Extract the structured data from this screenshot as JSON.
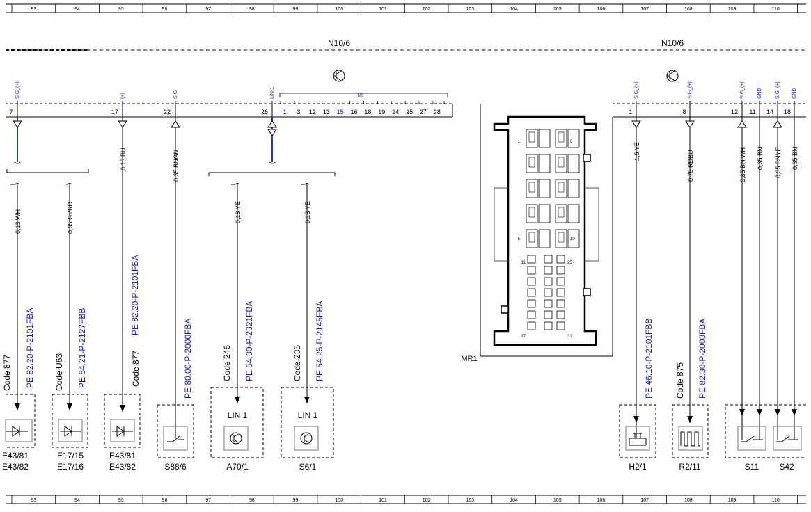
{
  "grid_columns": [
    "93",
    "94",
    "95",
    "96",
    "97",
    "98",
    "99",
    "100",
    "101",
    "102",
    "103",
    "104",
    "105",
    "106",
    "107",
    "108",
    "109",
    "110"
  ],
  "module_labels": [
    "N10/6",
    "N10/6"
  ],
  "left_pins": [
    {
      "num": "7",
      "sig": "SIG_(+)"
    },
    {
      "num": "17",
      "sig": "(+)"
    },
    {
      "num": "22",
      "sig": "SIG"
    },
    {
      "num": "26",
      "sig": "LIN-1"
    }
  ],
  "nc_label": "NC",
  "nc_pins": [
    "1",
    "3",
    "12",
    "13",
    "15",
    "16",
    "18",
    "19",
    "24",
    "25",
    "27",
    "28"
  ],
  "right_pins": [
    {
      "num": "1",
      "sig": "SIG_(+)"
    },
    {
      "num": "8",
      "sig": "SIG_(+)"
    },
    {
      "num": "12",
      "sig": "SIG_(+)"
    },
    {
      "num": "11",
      "sig": "GND"
    },
    {
      "num": "14",
      "sig": "SIG_(+)"
    },
    {
      "num": "18",
      "sig": "GND"
    }
  ],
  "wires": [
    "0,13 WH",
    "0,35 GYRD",
    "0,13 BU",
    "0,35 BNGN",
    "0,13 YE",
    "0,13 YE",
    "1,5 YE",
    "0,75 RDBU",
    "0,35 BN WH",
    "0,35 BN",
    "0,35 BNYE",
    "0,35 BN"
  ],
  "refs": [
    "PE 82.20-P-2101FBA",
    "PE 54.21-P-2127FBB",
    "PE 82.20-P-2101FBA",
    "PE 80.00-P-2000FBA",
    "PE 54.30-P-2321FBA",
    "PE 54.25-P-2145FBA",
    "PE 46.10-P-2101FBB",
    "PE 82.30-P-2003FBA"
  ],
  "codes": [
    "Code 877",
    "Code U63",
    "Code 877",
    "Code 246",
    "Code 235",
    "Code 875"
  ],
  "lin_labels": [
    "LIN 1",
    "LIN 1"
  ],
  "components": [
    {
      "id": "E43/81",
      "id2": "E43/82"
    },
    {
      "id": "E17/15",
      "id2": "E17/16"
    },
    {
      "id": "E43/81",
      "id2": "E43/82"
    },
    {
      "id": "S88/6",
      "id2": ""
    },
    {
      "id": "A70/1",
      "id2": ""
    },
    {
      "id": "S6/1",
      "id2": ""
    },
    {
      "id": "H2/1",
      "id2": ""
    },
    {
      "id": "R2/11",
      "id2": ""
    },
    {
      "id": "S11",
      "id2": ""
    },
    {
      "id": "S42",
      "id2": ""
    }
  ],
  "connector": {
    "label": "MR1",
    "pins": [
      "1",
      "6",
      "5",
      "10",
      "11",
      "25",
      "17",
      "31"
    ]
  },
  "colors": {
    "line": "#000000",
    "blue_wire": "#1a3fc4",
    "ref_text": "#1a1ad0"
  }
}
